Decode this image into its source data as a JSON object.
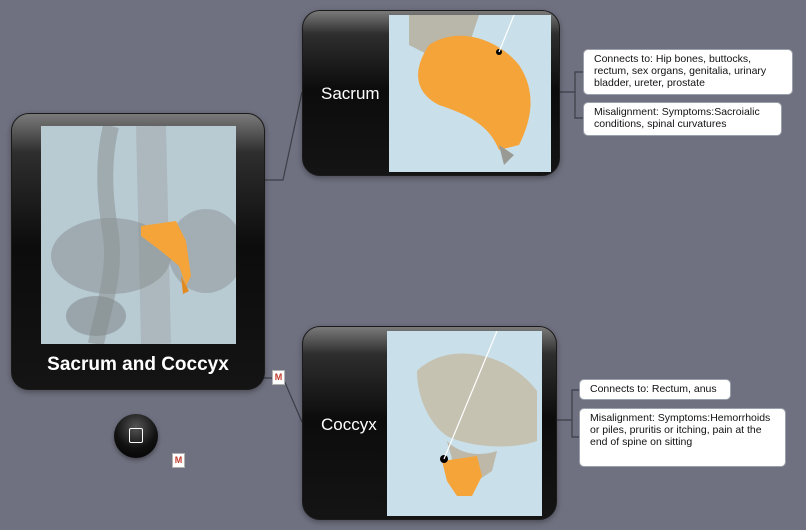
{
  "root": {
    "title": "Sacrum and Coccyx"
  },
  "topics": [
    {
      "label": "Sacrum",
      "notes": [
        "Connects to: Hip bones, buttocks, rectum, sex organs, genitalia, urinary bladder, ureter, prostate",
        "Misalignment: Symptoms:Sacroialic conditions, spinal curvatures"
      ]
    },
    {
      "label": "Coccyx",
      "notes": [
        "Connects to: Rectum, anus",
        "Misalignment: Symptoms:Hemorrhoids or piles, pruritis or itching, pain at the end of spine on sitting"
      ]
    }
  ],
  "marker_glyph": "M",
  "colors": {
    "canvas": "#6f7180",
    "node": "#0c0c0c",
    "bone_highlight": "#f5a43a"
  }
}
